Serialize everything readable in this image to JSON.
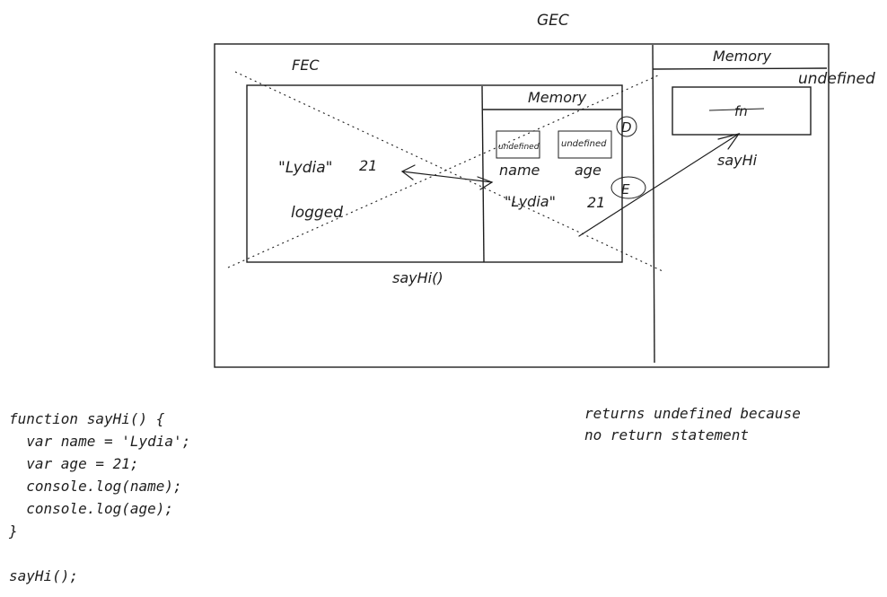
{
  "gec": {
    "title": "GEC"
  },
  "fec": {
    "title": "FEC",
    "call_label": "sayHi()",
    "values": {
      "name_value": "\"Lydia\"",
      "age_value": "21"
    },
    "logged_label": "logged",
    "memory": {
      "title": "Memory",
      "name_box": "undefined",
      "age_box": "undefined",
      "name_label": "name",
      "age_label": "age",
      "name_value": "\"Lydia\"",
      "age_value": "21",
      "marker_d": "D",
      "marker_e": "E"
    }
  },
  "global_memory": {
    "title": "Memory",
    "undefined_label": "undefined",
    "fn_box": "fn",
    "fn_label": "sayHi"
  },
  "note": {
    "line1": "returns undefined because",
    "line2": "no return statement"
  },
  "code": {
    "lines": [
      "function sayHi() {",
      "  var name = 'Lydia';",
      "  var age = 21;",
      "  console.log(name);",
      "  console.log(age);",
      "}",
      "",
      "sayHi();"
    ]
  }
}
